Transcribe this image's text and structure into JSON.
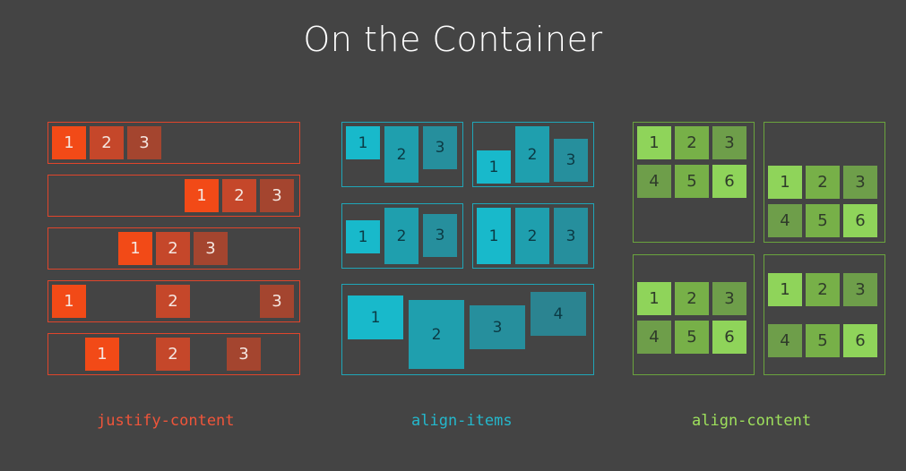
{
  "title": "On the Container",
  "captions": {
    "justify": "justify-content",
    "items": "align-items",
    "content": "align-content"
  },
  "labels": {
    "one": "1",
    "two": "2",
    "three": "3",
    "four": "4",
    "five": "5",
    "six": "6"
  },
  "colors": {
    "background": "#444444",
    "justify": {
      "border": "#e0452b",
      "caption": "#f0553a",
      "shades": [
        "#f24a17",
        "#c5472a",
        "#a4452f"
      ]
    },
    "items": {
      "border": "#1fa6b8",
      "caption": "#24b8cc",
      "shades": [
        "#18b9cb",
        "#1f9fae",
        "#268f9d",
        "#2b8491"
      ]
    },
    "content": {
      "border": "#6aa43d",
      "caption": "#9ee05c",
      "shades": [
        "#8fd45a",
        "#77b048",
        "#6e9e4a"
      ]
    }
  }
}
